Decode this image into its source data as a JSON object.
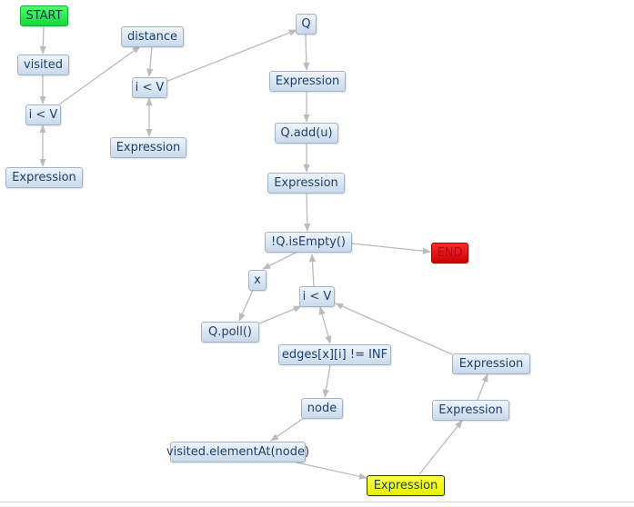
{
  "diagram": {
    "nodes": {
      "start": "START",
      "visited": "visited",
      "i_lt_v_1": "i < V",
      "expr_1": "Expression",
      "distance": "distance",
      "i_lt_v_2": "i < V",
      "expr_2": "Expression",
      "q": "Q",
      "expr_3": "Expression",
      "q_add": "Q.add(u)",
      "expr_4": "Expression",
      "not_empty": "!Q.isEmpty()",
      "end": "END",
      "x": "x",
      "i_lt_v_3": "i < V",
      "q_poll": "Q.poll()",
      "edges_check": "edges[x][i] != INF",
      "node": "node",
      "visited_at": "visited.elementAt(node)",
      "expr_5": "Expression",
      "expr_6": "Expression",
      "expr_7": "Expression"
    },
    "colors": {
      "start": "#22ee44",
      "end": "#dd0000",
      "highlight": "#f2f700",
      "node_fill": "#d6e3f0",
      "edge": "#bbbbbb"
    }
  }
}
